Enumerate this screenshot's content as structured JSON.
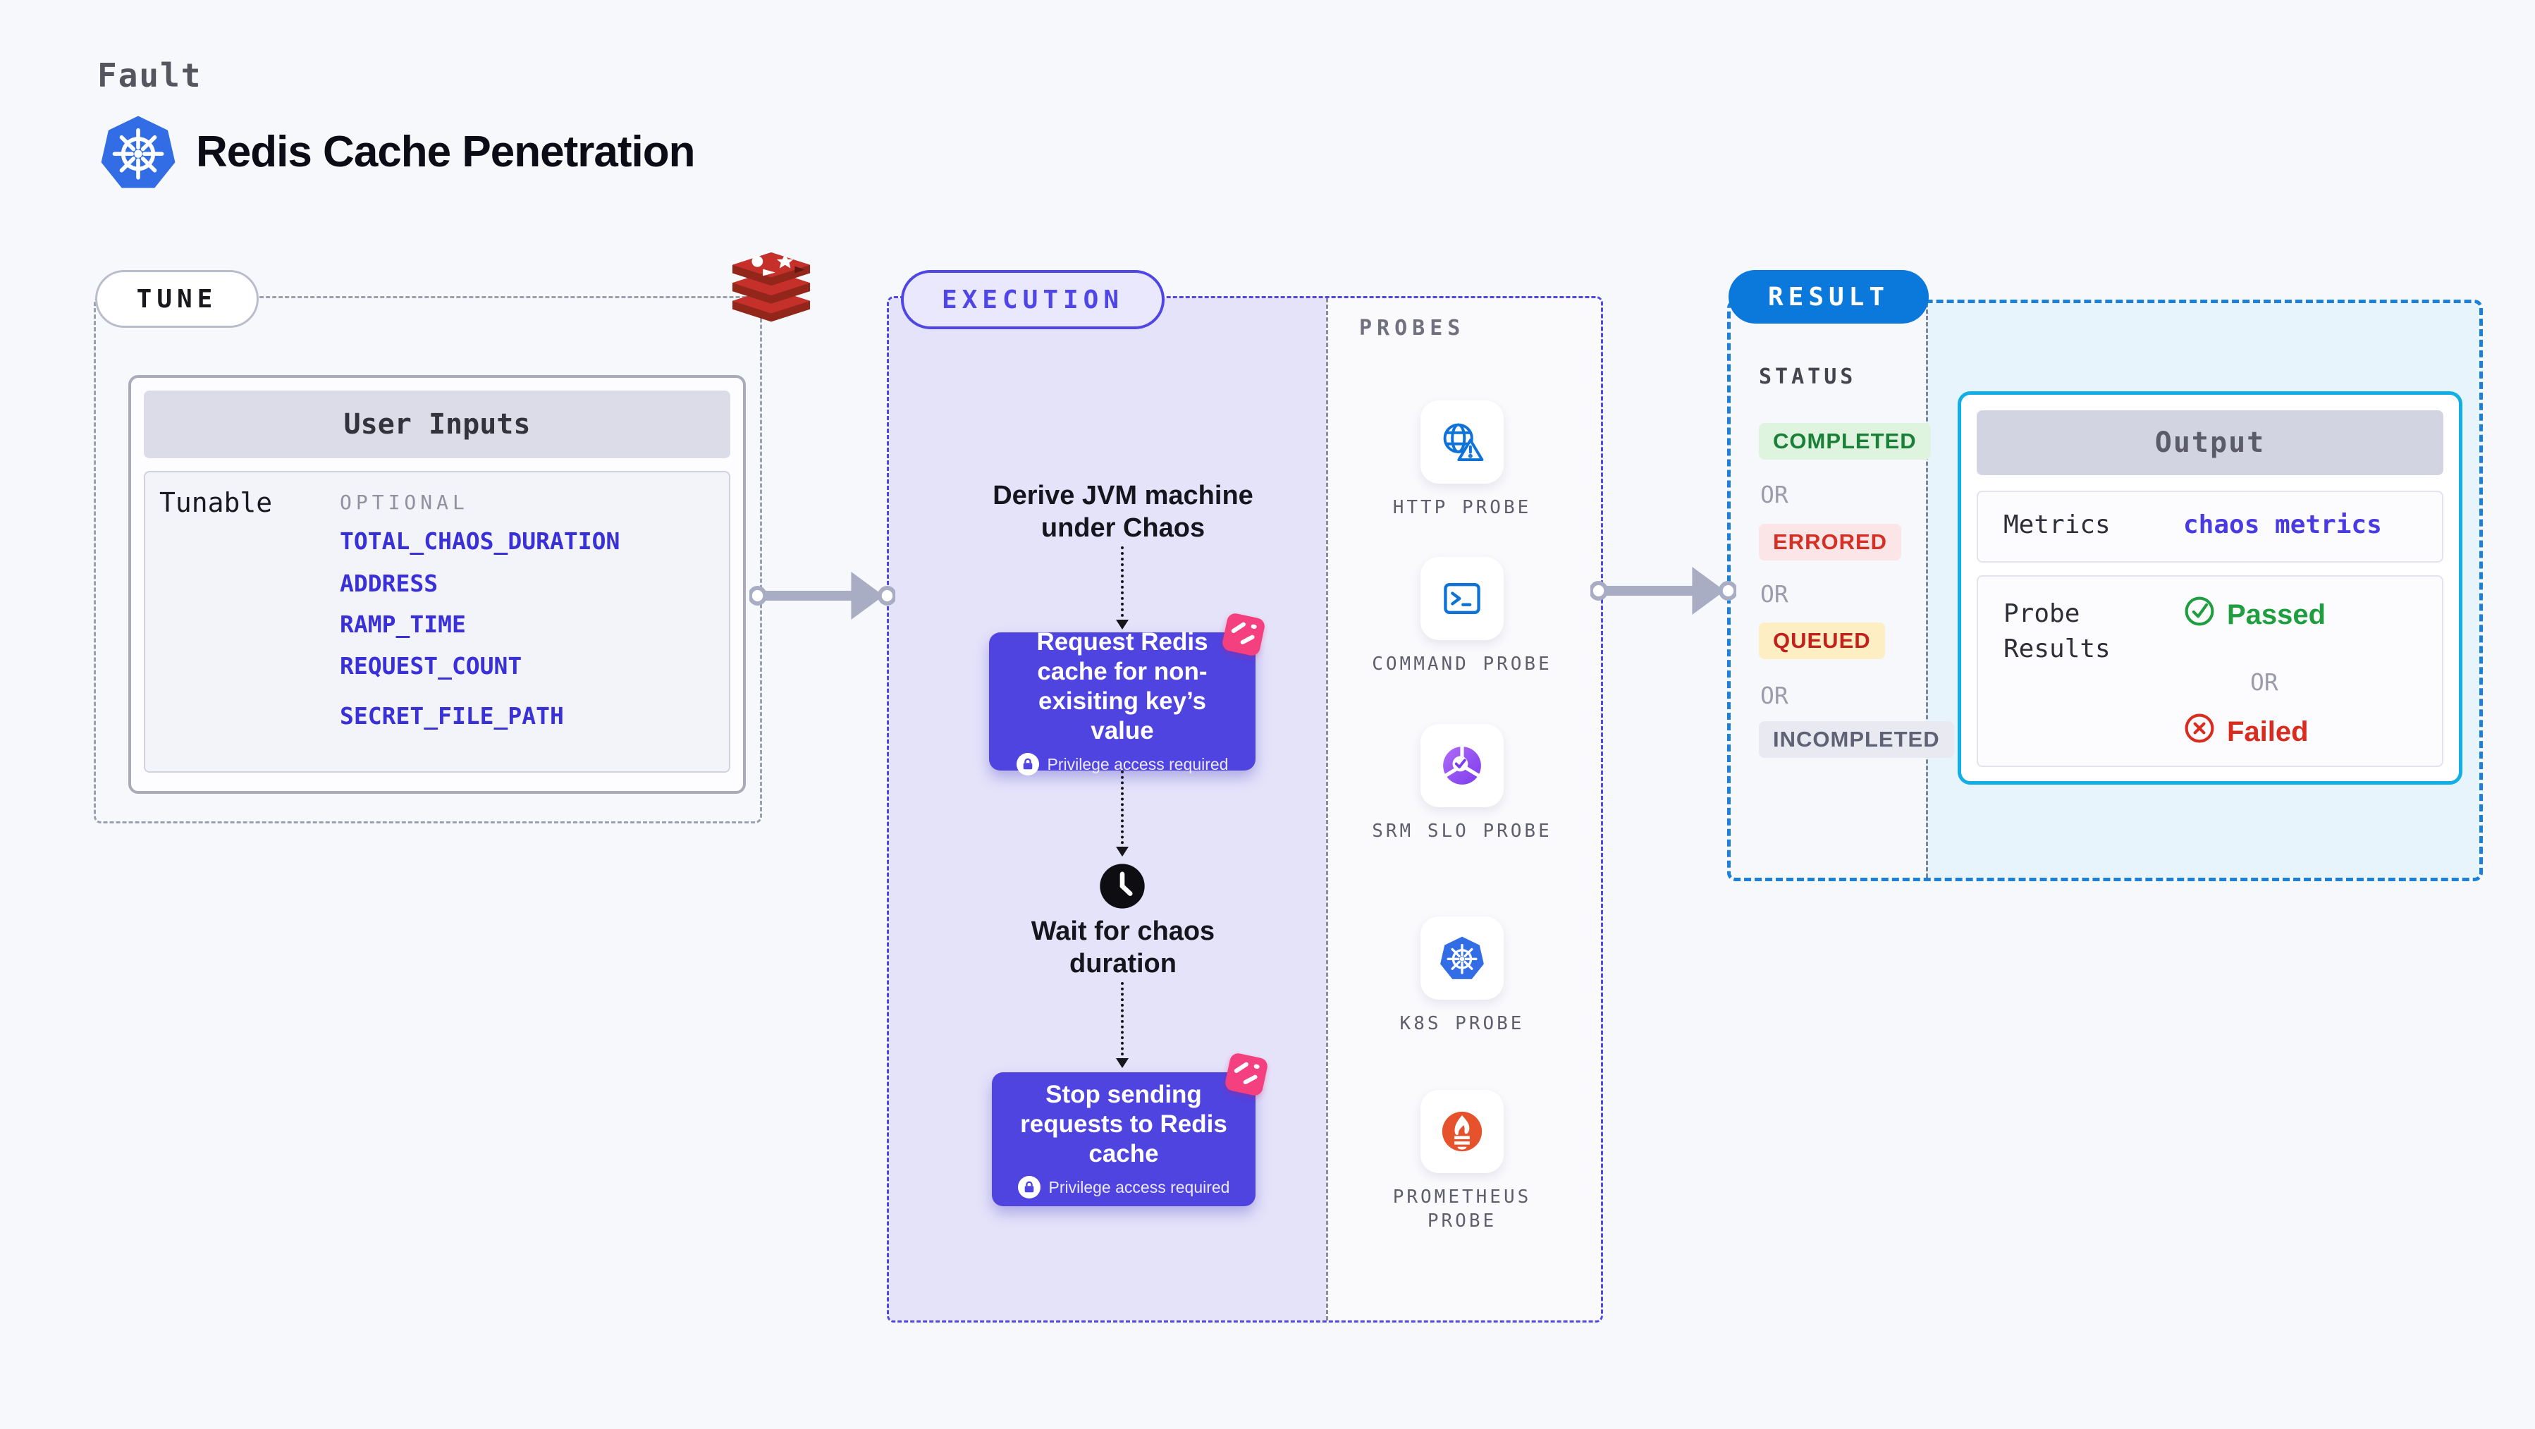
{
  "header": {
    "kicker": "Fault",
    "title": "Redis Cache Penetration",
    "platform_icon": "kubernetes"
  },
  "tune": {
    "badge": "TUNE",
    "target_icon": "redis",
    "card_title": "User Inputs",
    "row_label": "Tunable",
    "column_header": "OPTIONAL",
    "inputs": [
      "TOTAL_CHAOS_DURATION",
      "ADDRESS",
      "RAMP_TIME",
      "REQUEST_COUNT",
      "SECRET_FILE_PATH"
    ]
  },
  "execution": {
    "badge": "EXECUTION",
    "step_derive": "Derive JVM machine\nunder Chaos",
    "step_request": "Request Redis\ncache for non-\nexisiting key’s value",
    "step_wait": "Wait for chaos\nduration",
    "step_stop": "Stop sending\nrequests to Redis\ncache",
    "privilege_note": "Privilege access required"
  },
  "probes": {
    "label": "PROBES",
    "items": [
      {
        "name": "HTTP PROBE",
        "icon": "globe-alert-icon"
      },
      {
        "name": "COMMAND PROBE",
        "icon": "terminal-icon"
      },
      {
        "name": "SRM SLO PROBE",
        "icon": "slo-gauge-icon"
      },
      {
        "name": "K8S PROBE",
        "icon": "kubernetes-icon"
      },
      {
        "name": "PROMETHEUS PROBE",
        "icon": "prometheus-icon"
      }
    ]
  },
  "result": {
    "badge": "RESULT",
    "status_label": "STATUS",
    "or_label": "OR",
    "statuses": [
      {
        "label": "COMPLETED",
        "fg": "#1a7f37",
        "bg": "#def4df"
      },
      {
        "label": "ERRORED",
        "fg": "#d33125",
        "bg": "#fbe5e6"
      },
      {
        "label": "QUEUED",
        "fg": "#c3221c",
        "bg": "#fdeec4"
      },
      {
        "label": "INCOMPLETED",
        "fg": "#5e6274",
        "bg": "#e9e9f1"
      }
    ],
    "output": {
      "title": "Output",
      "metrics_label": "Metrics",
      "metrics_value": "chaos metrics",
      "probe_results_label": "Probe Results",
      "passed_label": "Passed",
      "failed_label": "Failed"
    }
  },
  "colors": {
    "page_bg": "#f7f8fb",
    "execution_accent": "#4f46e5",
    "execution_fill": "#e5e3fa",
    "action_box": "#4f44e0",
    "pink_flag": "#f4407e",
    "result_accent": "#0b79dc",
    "result_fill": "#e8f4fc",
    "output_border": "#12aee6",
    "link_blue": "#3a30d8",
    "passed_green": "#1e9e3e",
    "failed_red": "#da2b1f",
    "kubernetes_blue": "#326de6",
    "redis_red": "#c6302b",
    "prometheus_orange": "#e6522c"
  }
}
